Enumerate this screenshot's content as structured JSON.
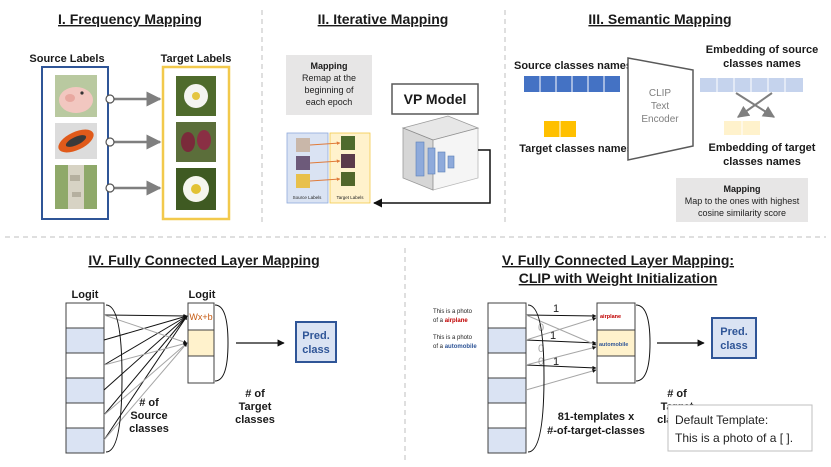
{
  "titles": {
    "frequency": "I. Frequency Mapping",
    "iterative": "II. Iterative Mapping",
    "semantic": "III. Semantic Mapping",
    "fc": "IV. Fully Connected Layer Mapping",
    "fc_clip_line1": "V. Fully Connected Layer Mapping:",
    "fc_clip_line2": "CLIP with Weight Initialization"
  },
  "frequency": {
    "source_labels": "Source Labels",
    "target_labels": "Target Labels",
    "source_images": [
      "pig",
      "orange boat",
      "tree trunk"
    ],
    "target_images": [
      "white flower",
      "fritillary flower",
      "white lily flower"
    ]
  },
  "iterative": {
    "mapping_title": "Mapping",
    "mapping_text_1": "Remap at the",
    "mapping_text_2": "beginning of",
    "mapping_text_3": "each epoch",
    "vp_model": "VP Model",
    "source_labels_small": "Source Labels",
    "target_labels_small": "Target Labels"
  },
  "semantic": {
    "source_names": "Source classes names",
    "target_names": "Target classes names",
    "encoder_1": "CLIP",
    "encoder_2": "Text",
    "encoder_3": "Encoder",
    "emb_source_1": "Embedding of source",
    "emb_source_2": "classes names",
    "emb_target_1": "Embedding of target",
    "emb_target_2": "classes names",
    "map_title": "Mapping",
    "map_text_1": "Map to the ones with highest",
    "map_text_2": "cosine similarity score"
  },
  "fc": {
    "logit_left": "Logit",
    "logit_right": "Logit",
    "wx": "Wx+b",
    "num_target_1": "# of",
    "num_target_2": "Target",
    "num_target_3": "classes",
    "num_source_1": "# of",
    "num_source_2": "Source",
    "num_source_3": "classes",
    "pred_1": "Pred.",
    "pred_2": "class"
  },
  "fc_clip": {
    "prompt1_a": "This is a photo",
    "prompt1_b": "of a ",
    "prompt1_word": "airplane",
    "prompt2_a": "This is a photo",
    "prompt2_b": "of a ",
    "prompt2_word": "automobile",
    "w_one_1": "1",
    "w_one_2": "1",
    "w_one_3": "1",
    "w_zero_1": "0",
    "w_zero_2": "0",
    "w_zero_3": "0",
    "label_airplane": "airplane",
    "label_automobile": "automobile",
    "num_target_1": "# of",
    "num_target_2": "Target",
    "num_target_3": "classes",
    "templates_1": "81-templates x",
    "templates_2": "#-of-target-classes",
    "pred_1": "Pred.",
    "pred_2": "class",
    "default_1": "Default Template:",
    "default_2": "This is a photo of a [ ]."
  },
  "colors": {
    "source_blue": "#2f5597",
    "target_yellow": "#f2c94c",
    "cell_blue": "#dae3f3",
    "cell_yellow": "#fff2cc",
    "bar_blue": "#4472c4",
    "bar_yellow": "#ffc000",
    "airplane_red": "#c00000",
    "automobile_blue": "#2f5597",
    "pred_fill": "#dae3f3",
    "pred_border": "#2f5597"
  }
}
